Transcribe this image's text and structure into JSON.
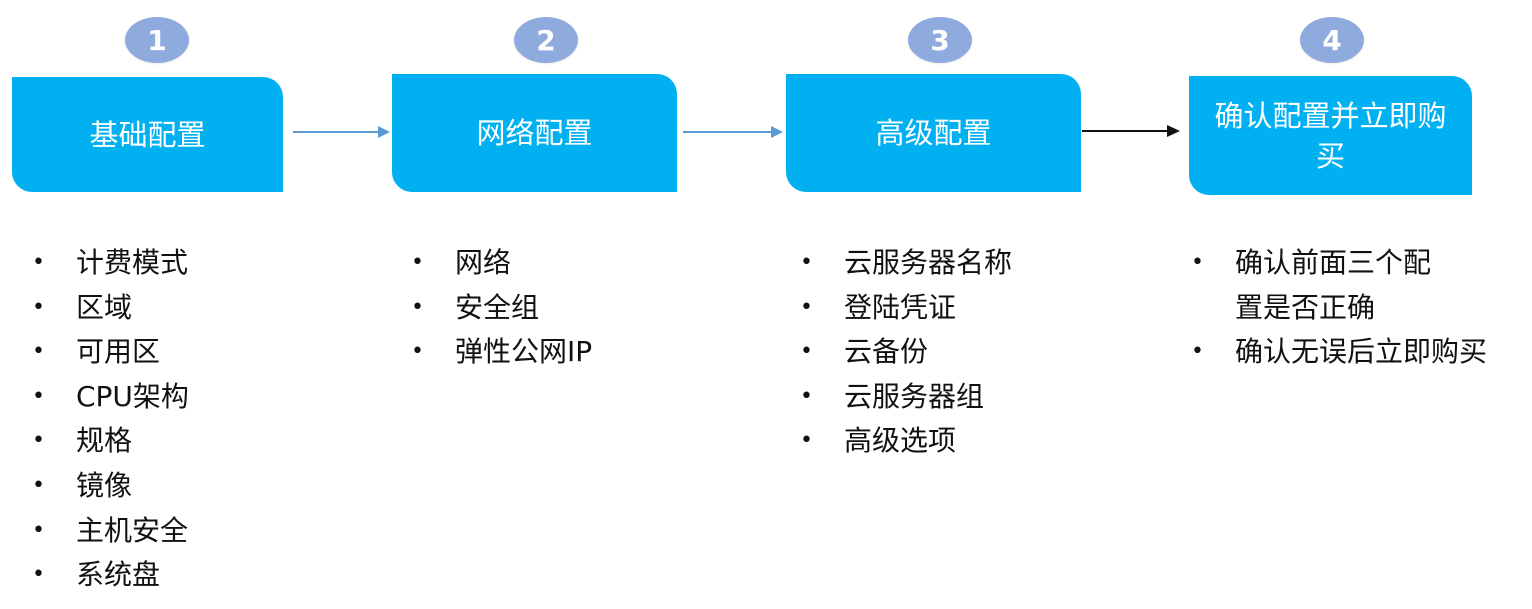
{
  "colors": {
    "step_box": "#00b0f0",
    "step_circle": "#8faadc",
    "arrow_blue": "#5b9bd5",
    "arrow_black": "#111111"
  },
  "steps": [
    {
      "number": "1",
      "title": "基础配置",
      "items": [
        "计费模式",
        "区域",
        "可用区",
        "CPU架构",
        "规格",
        "镜像",
        "主机安全",
        "系统盘"
      ]
    },
    {
      "number": "2",
      "title": "网络配置",
      "items": [
        "网络",
        "安全组",
        "弹性公网IP"
      ]
    },
    {
      "number": "3",
      "title": "高级配置",
      "items": [
        "云服务器名称",
        "登陆凭证",
        "云备份",
        "云服务器组",
        "高级选项"
      ]
    },
    {
      "number": "4",
      "title": "确认配置并立即购买",
      "items": [
        "确认前面三个配置是否正确",
        "确认无误后立即购买"
      ]
    }
  ]
}
